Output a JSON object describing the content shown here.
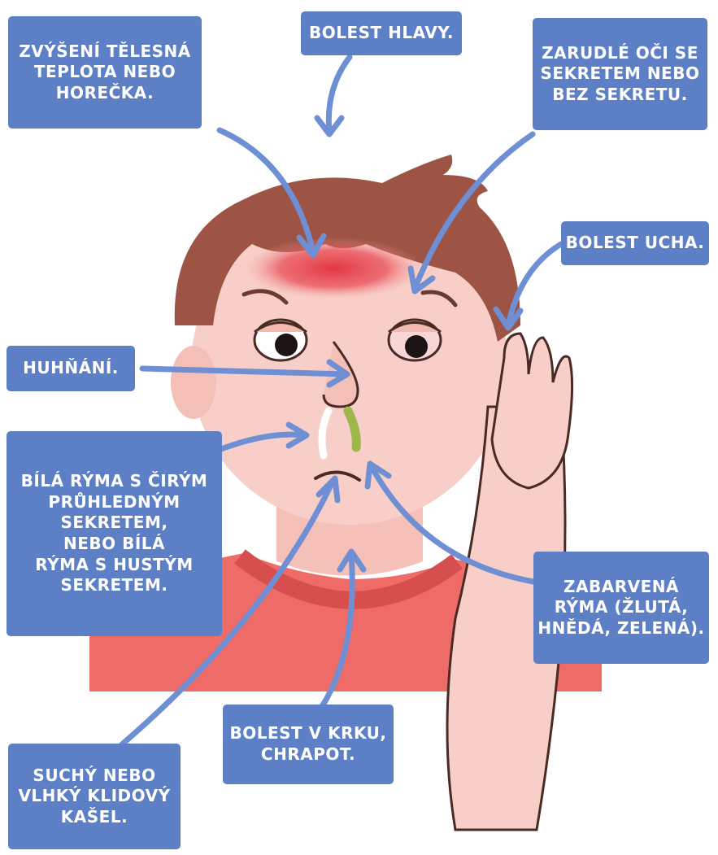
{
  "labels": {
    "fever": [
      "ZVÝŠENÍ TĚLESNÁ",
      "TEPLOTA NEBO",
      "HOREČKA."
    ],
    "headache": [
      "BOLEST HLAVY."
    ],
    "red_eyes": [
      "ZARUDLÉ OČI SE",
      "SEKRETEM NEBO",
      "BEZ SEKRETU."
    ],
    "earache": [
      "BOLEST UCHA."
    ],
    "nasal_voice": [
      "HUHŇÁNÍ."
    ],
    "white_runny_nose": [
      "BÍLÁ RÝMA S ČIRÝM",
      "PRŮHLEDNÝM",
      "SEKRETEM,",
      "NEBO BÍLÁ",
      "RÝMA S HUSTÝM",
      "SEKRETEM."
    ],
    "colored_runny_nose": [
      "ZABARVENÁ",
      "RÝMA (ŽLUTÁ,",
      "HNĚDÁ, ZELENÁ)."
    ],
    "sore_throat": [
      "BOLEST V KRKU,",
      "CHRAPOT."
    ],
    "cough": [
      "SUCHÝ NEBO",
      "VLHKÝ KLIDOVÝ",
      "KAŠEL."
    ]
  },
  "colors": {
    "label_bg": "#5d7fc6",
    "arrow": "#6f8fd4",
    "skin": "#f8cfc8",
    "hair": "#9e5444",
    "shirt": "#ee6b68",
    "fever_glow": "#e0303c",
    "green_mucus": "#9cb84a"
  }
}
